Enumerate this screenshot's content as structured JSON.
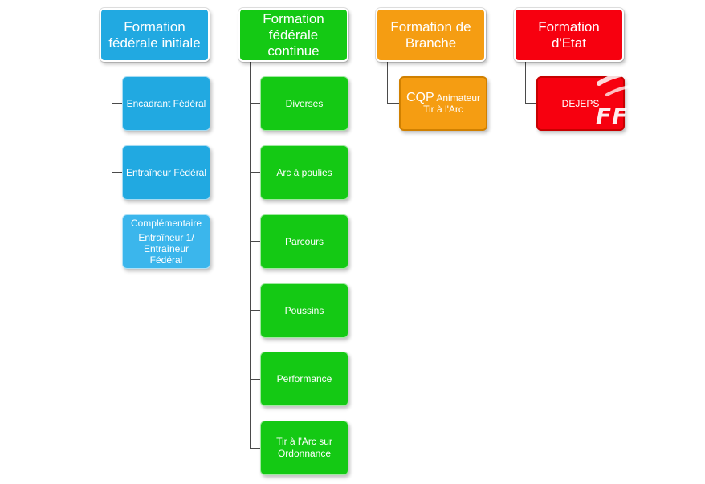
{
  "columns": [
    {
      "title": "Formation fédérale initiale",
      "color": "#21a9e1",
      "items": [
        "Encadrant Fédéral",
        "Entraîneur Fédéral",
        "Complémentaire",
        "Entraîneur 1/ Entraîneur Fédéral"
      ]
    },
    {
      "title": "Formation fédérale continue",
      "color": "#14c914",
      "items": [
        "Diverses",
        "Arc à poulies",
        "Parcours",
        "Poussins",
        "Performance",
        "Tir à l'Arc sur Ordonnance"
      ]
    },
    {
      "title": "Formation de Branche",
      "color": "#f59d12",
      "items": [
        "CQP",
        "Animateur Tir à l'Arc"
      ]
    },
    {
      "title": "Formation d'Etat",
      "color": "#f7000f",
      "items": [
        "DEJEPS"
      ]
    }
  ],
  "logo": {
    "text": "FFTA",
    "icon": "ffta-archer-logo-icon"
  }
}
